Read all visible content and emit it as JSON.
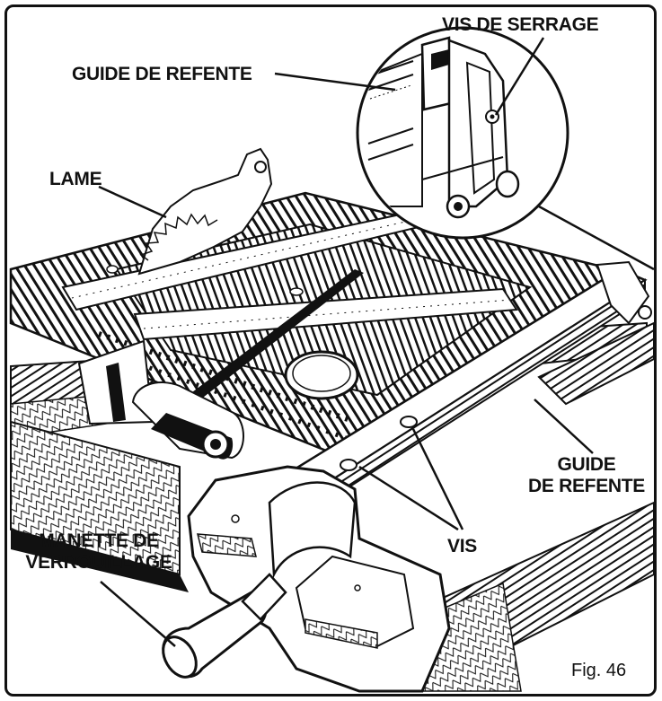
{
  "labels": {
    "vis_de_serrage": "VIS DE SERRAGE",
    "guide_de_refente_top": "GUIDE DE REFENTE",
    "lame": "LAME",
    "guide_de_refente_right_line1": "GUIDE",
    "guide_de_refente_right_line2": "DE REFENTE",
    "vis": "VIS",
    "manette_line1": "MANETTE DE",
    "manette_line2": "VERROUILLAGE"
  },
  "figure_number": "Fig. 46",
  "colors": {
    "ink": "#111111",
    "paper": "#ffffff"
  }
}
